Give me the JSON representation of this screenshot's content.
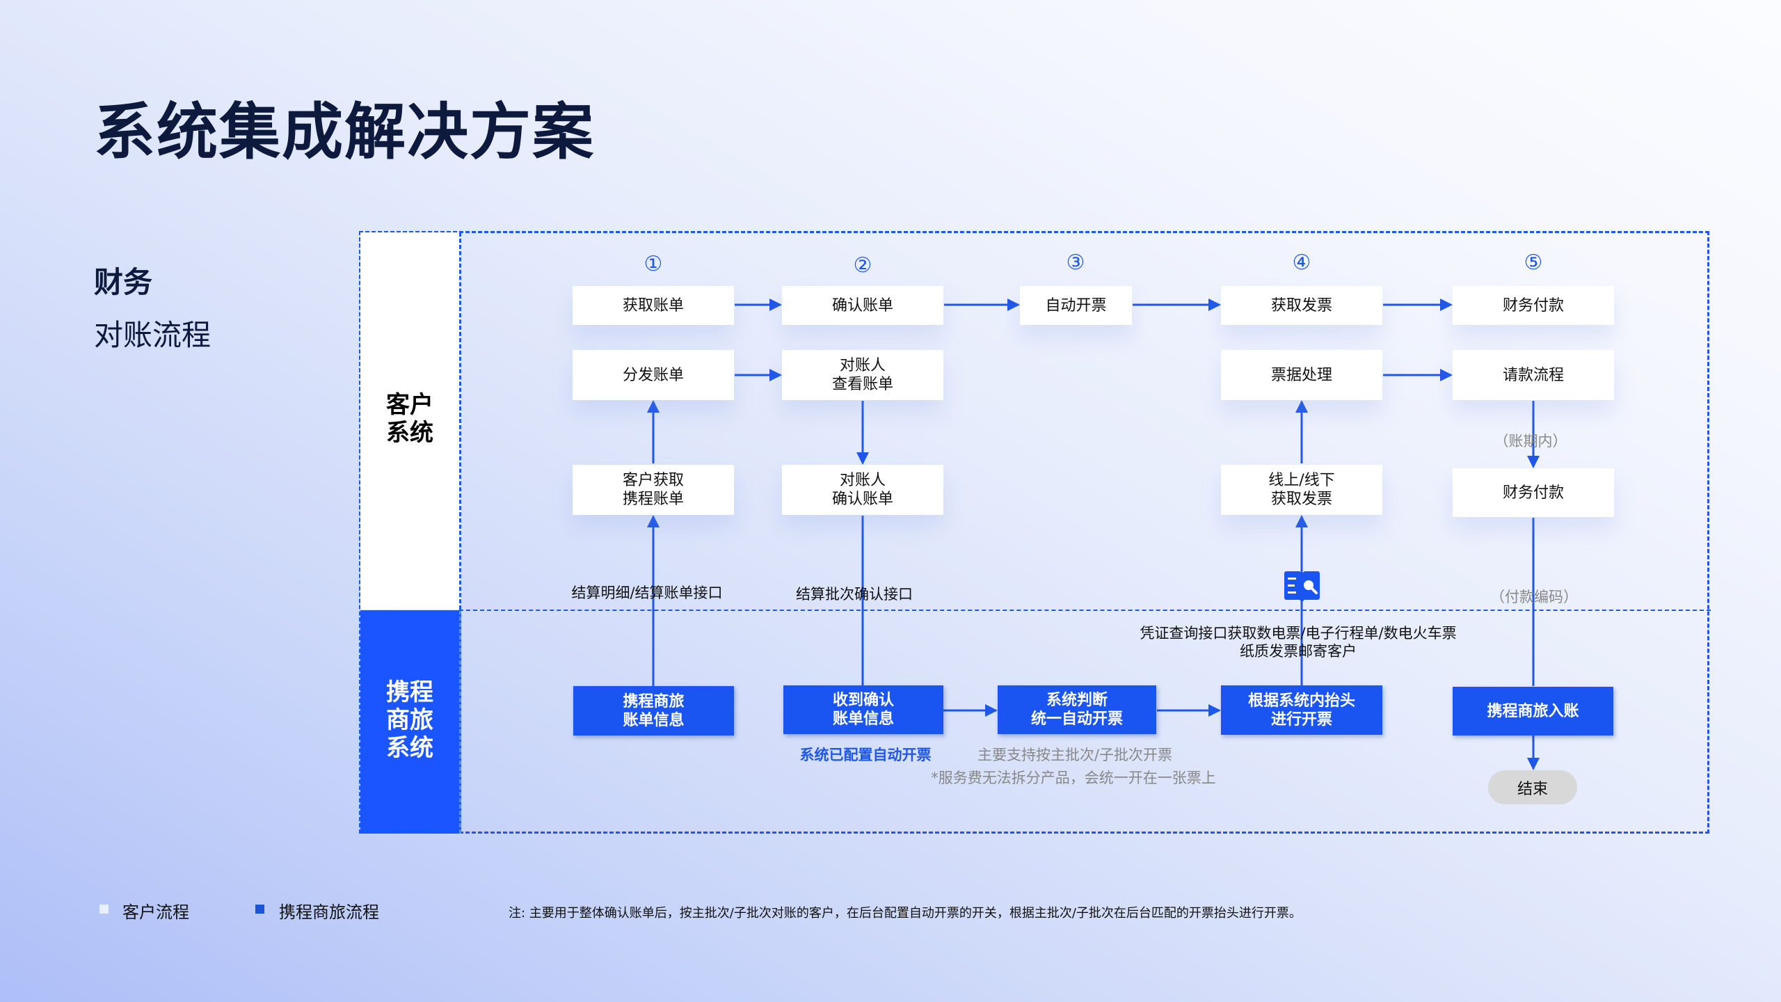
{
  "header": {
    "title": "系统集成解决方案",
    "section": "财务",
    "subsection": "对账流程"
  },
  "lanes": {
    "client": "客户\n系统",
    "ctrip": "携程\n商旅\n系统"
  },
  "steps": [
    "①",
    "②",
    "③",
    "④",
    "⑤"
  ],
  "client_nodes": {
    "get_bill": "获取账单",
    "confirm_bill": "确认账单",
    "auto_invoice": "自动开票",
    "get_invoice": "获取发票",
    "finance_pay_1": "财务付款",
    "distribute_bill": "分发账单",
    "reconciler_view": "对账人\n查看账单",
    "invoice_processing": "票据处理",
    "payment_request": "请款流程",
    "client_get_ctrip_bill": "客户获取\n携程账单",
    "reconciler_confirm": "对账人\n确认账单",
    "online_offline_invoice": "线上/线下\n获取发票",
    "finance_pay_2": "财务付款"
  },
  "ctrip_nodes": {
    "ctrip_bill_info": "携程商旅\n账单信息",
    "received_confirm": "收到确认\n账单信息",
    "system_judge": "系统判断\n统一自动开票",
    "invoice_by_title": "根据系统内抬头\n进行开票",
    "ctrip_posting": "携程商旅入账",
    "end": "结束"
  },
  "annotations": {
    "settlement_api": "结算明细/结算账单接口",
    "batch_confirm_api": "结算批次确认接口",
    "within_period": "（账期内）",
    "payment_code": "（付款编码）",
    "voucher_api_line1": "凭证查询接口获取数电票/电子行程单/数电火车票",
    "voucher_api_line2": "纸质发票邮寄客户",
    "auto_invoice_configured": "系统已配置自动开票",
    "batch_support": "主要支持按主批次/子批次开票",
    "service_fee_note": "*服务费无法拆分产品，会统一开在一张票上"
  },
  "legend": {
    "client_flow": "客户流程",
    "ctrip_flow": "携程商旅流程"
  },
  "footnote": "注: 主要用于整体确认账单后，按主批次/子批次对账的客户，在后台配置自动开票的开关，根据主批次/子批次在后台匹配的开票抬头进行开票。",
  "colors": {
    "accent": "#1a55f2",
    "title": "#0d1a3d",
    "end_pill": "#d8d8d8"
  },
  "icons": {
    "voucher_query": "document-search-icon"
  }
}
